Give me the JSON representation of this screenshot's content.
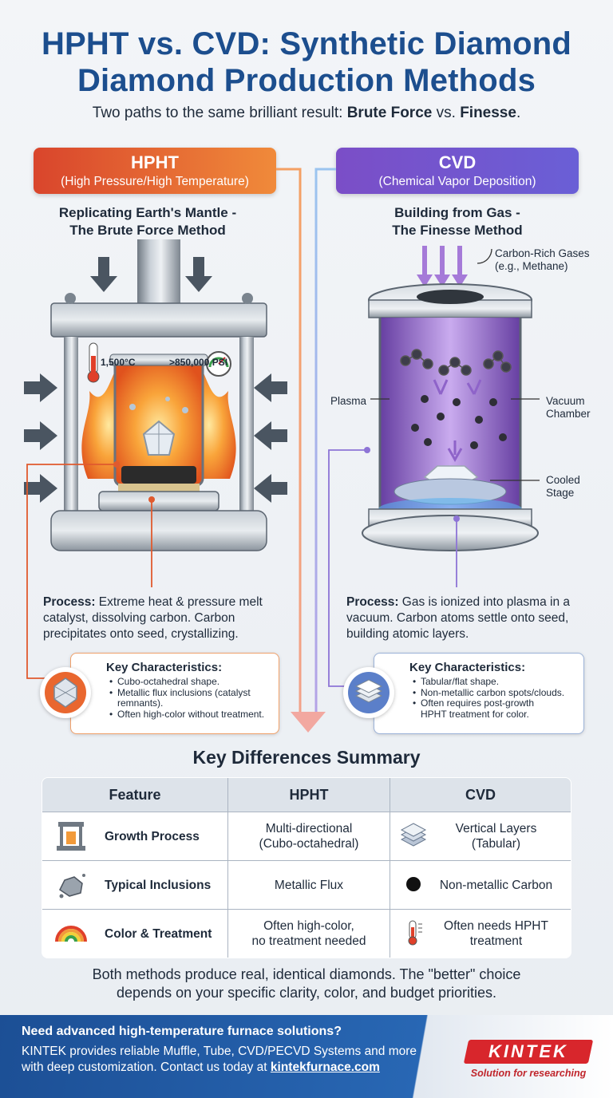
{
  "header": {
    "title_line1": "HPHT vs. CVD: Synthetic Diamond",
    "title_line2": "Diamond Production Methods",
    "subtitle_prefix": "Two paths to the same brilliant result: ",
    "subtitle_bold1": "Brute Force",
    "subtitle_mid": " vs. ",
    "subtitle_bold2": "Finesse",
    "subtitle_suffix": "."
  },
  "hpht": {
    "name": "HPHT",
    "full": "(High Pressure/High Temperature)",
    "tagline_1": "Replicating Earth's Mantle -",
    "tagline_2": "The Brute Force Method",
    "temp_label": "1,500°C",
    "pressure_label": ">850,000 PSI",
    "process_label": "Process:",
    "process_text": " Extreme heat & pressure melt catalyst, dissolving carbon. Carbon precipitates onto seed, crystallizing.",
    "kc_title": "Key Characteristics:",
    "kc_items": [
      "Cubo-octahedral shape.",
      "Metallic flux inclusions (catalyst remnants).",
      "Often high-color without treatment."
    ]
  },
  "cvd": {
    "name": "CVD",
    "full": "(Chemical Vapor Deposition)",
    "tagline_1": "Building from Gas -",
    "tagline_2": "The Finesse Method",
    "gas_label_1": "Carbon-Rich Gases",
    "gas_label_2": "(e.g., Methane)",
    "plasma_label": "Plasma",
    "vacuum_label_1": "Vacuum",
    "vacuum_label_2": "Chamber",
    "stage_label_1": "Cooled",
    "stage_label_2": "Stage",
    "process_label": "Process:",
    "process_text": " Gas is ionized into plasma in a vacuum. Carbon atoms settle onto seed, building atomic layers.",
    "kc_title": "Key Characteristics:",
    "kc_items": [
      "Tabular/flat shape.",
      "Non-metallic carbon spots/clouds.",
      "Often requires post-growth HPHT treatment for color."
    ]
  },
  "summary": {
    "title": "Key Differences Summary",
    "headers": [
      "Feature",
      "HPHT",
      "CVD"
    ],
    "rows": [
      {
        "feature": "Growth Process",
        "hpht_1": "Multi-directional",
        "hpht_2": "(Cubo-octahedral)",
        "cvd_1": "Vertical Layers",
        "cvd_2": "(Tabular)"
      },
      {
        "feature": "Typical Inclusions",
        "hpht_1": "Metallic Flux",
        "hpht_2": "",
        "cvd_1": "Non-metallic Carbon",
        "cvd_2": ""
      },
      {
        "feature": "Color & Treatment",
        "hpht_1": "Often high-color,",
        "hpht_2": "no treatment needed",
        "cvd_1": "Often needs HPHT",
        "cvd_2": "treatment"
      }
    ]
  },
  "closing_1": "Both methods produce real, identical diamonds. The \"better\" choice",
  "closing_2": "depends on your specific clarity, color, and budget priorities.",
  "footer": {
    "cta": "Need advanced high-temperature furnace solutions?",
    "text_1": "KINTEK provides reliable Muffle, Tube, CVD/PECVD Systems and more",
    "text_2": "with deep customization. Contact us today at ",
    "link": "kintekfurnace.com",
    "logo": "KINTEK",
    "tagline": "Solution for researching"
  },
  "colors": {
    "hpht_accent": "#e05a2e",
    "cvd_accent": "#7b4ec7",
    "title_blue": "#1c4e8e",
    "footer_blue": "#1f56a0",
    "logo_red": "#d8262c"
  }
}
